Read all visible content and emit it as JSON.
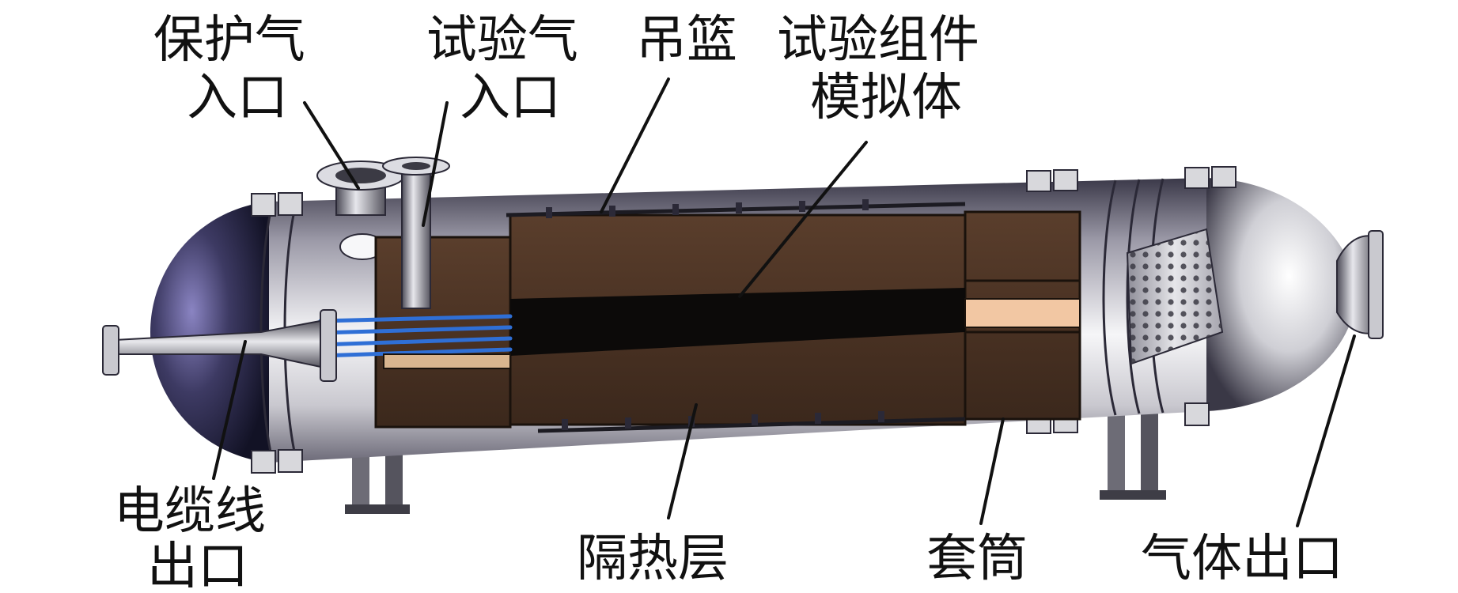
{
  "labels": {
    "shield_gas_inlet": [
      "保护气",
      "入口"
    ],
    "test_gas_inlet": [
      "试验气",
      "入口"
    ],
    "basket": [
      "吊篮"
    ],
    "test_assembly_simulator": [
      "试验组件",
      "模拟体"
    ],
    "cable_outlet": [
      "电缆线",
      "出口"
    ],
    "insulation_layer": [
      "隔热层"
    ],
    "sleeve": [
      "套筒"
    ],
    "gas_outlet": [
      "气体出口"
    ]
  },
  "colors": {
    "insulation": "#4a3223",
    "insulation_dark": "#2e1f16",
    "core": "#0c0a09",
    "heater_pipe": "#2f6fd6",
    "sleeve_insert": "#f2c7a3",
    "metal_light": "#f4f4f6",
    "metal_dark": "#2b2937",
    "leader_line": "#111111"
  }
}
